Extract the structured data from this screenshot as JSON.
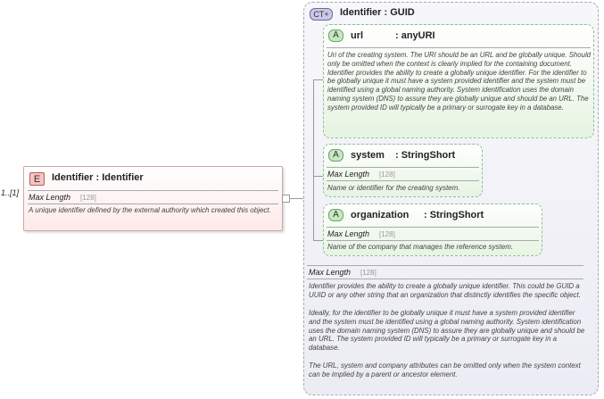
{
  "cardinality": "1..[1]",
  "element": {
    "badge": "E",
    "title": "Identifier : Identifier",
    "facet_name": "Max Length",
    "facet_value": "[128]",
    "doc": "A unique identifier defined by the external authority which created this object."
  },
  "complex_type": {
    "badge": "CT+",
    "title": "Identifier : GUID",
    "facet_name": "Max Length",
    "facet_value": "[128]",
    "doc": "Identifier provides the ability to create a globally unique identifier.   This could be GUID a UUID or any other string that an organization that distinctly identifies the specific object.\n\nIdeally, for the identifier to be globally unique it must have a system provided identifier and the system must be identified using a global naming authority. System identification uses the domain naming system (DNS) to assure they are globally unique and should be an URL. The system provided ID will typically be a primary or surrogate key in a database.\n\nThe URL, system and company attributes can be omitted only when the system context can be implied by a parent or ancestor element."
  },
  "attributes": [
    {
      "badge": "A",
      "name": "url",
      "type": ": anyURI",
      "facet_name": "",
      "facet_value": "",
      "doc": "Uri of the creating system. The URI should be an URL and be globally unique. Should only be omitted when the context is clearly implied for the containing document.\nIdentifier provides the ability to create a globally unique identifier. For the identifier to be globally unique it must have a system provided identifier and the system must be identified using a global naming authority. System identification uses the domain naming system (DNS) to assure they are globally unique and should be an URL. The system provided ID will typically be a primary or surrogate key in a database."
    },
    {
      "badge": "A",
      "name": "system",
      "type": ": StringShort",
      "facet_name": "Max Length",
      "facet_value": "[128]",
      "doc": "Name or identifier for the creating system."
    },
    {
      "badge": "A",
      "name": "organization",
      "type": ": StringShort",
      "facet_name": "Max Length",
      "facet_value": "[128]",
      "doc": "Name of the company that manages the reference system."
    }
  ]
}
